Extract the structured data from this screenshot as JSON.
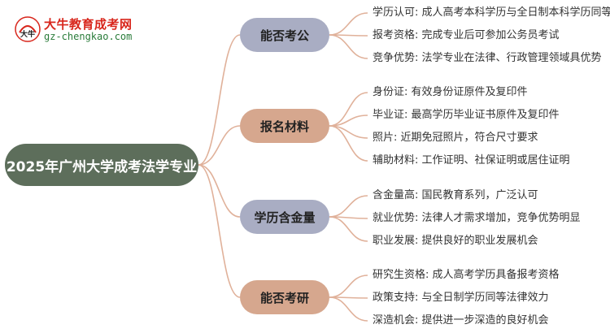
{
  "logo": {
    "title": "大牛教育成考网",
    "url": "gz-chengkao.com",
    "mark_text": "大牛"
  },
  "colors": {
    "root_bg": "#5d6e5b",
    "branch_purple": "#a9adc3",
    "branch_salmon": "#d6a78e",
    "connector": "#e0b19a"
  },
  "root": {
    "label": "2025年广州大学成考法学专业"
  },
  "branches": [
    {
      "label": "能否考公",
      "leaves": [
        "学历认可: 成人高考本科学历与全日制本科学历同等",
        "报考资格: 完成专业后可参加公务员考试",
        "竞争优势: 法学专业在法律、行政管理领域具优势"
      ]
    },
    {
      "label": "报名材料",
      "leaves": [
        "身份证: 有效身份证原件及复印件",
        "毕业证: 最高学历毕业证书原件及复印件",
        "照片: 近期免冠照片，符合尺寸要求",
        "辅助材料: 工作证明、社保证明或居住证明"
      ]
    },
    {
      "label": "学历含金量",
      "leaves": [
        "含金量高: 国民教育系列，广泛认可",
        "就业优势: 法律人才需求增加，竞争优势明显",
        "职业发展: 提供良好的职业发展机会"
      ]
    },
    {
      "label": "能否考研",
      "leaves": [
        "研究生资格: 成人高考学历具备报考资格",
        "政策支持: 与全日制学历同等法律效力",
        "深造机会: 提供进一步深造的良好机会"
      ]
    }
  ]
}
